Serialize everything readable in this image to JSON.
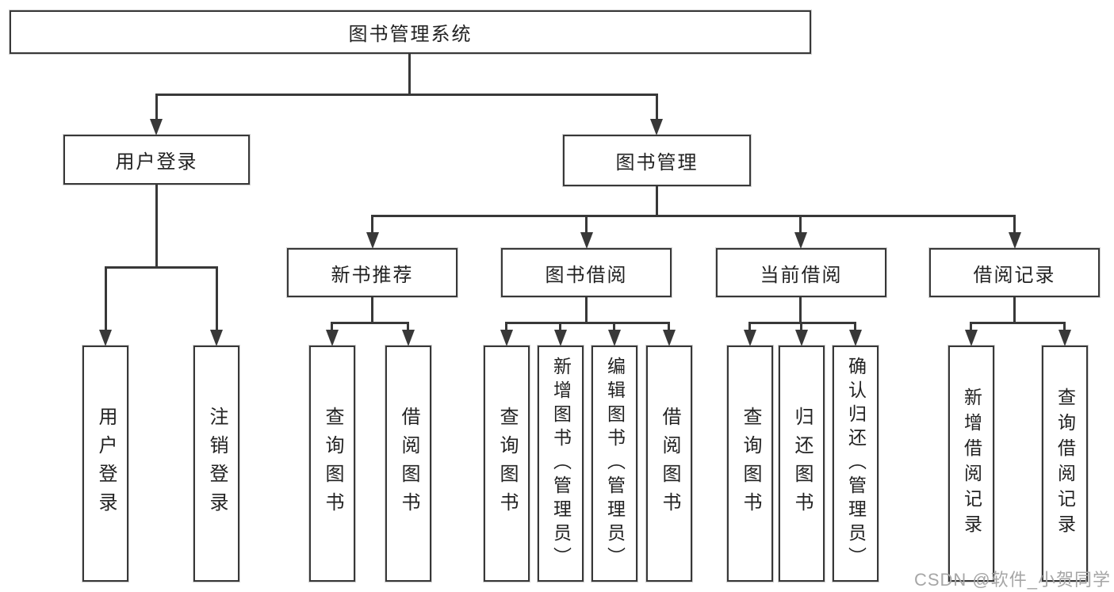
{
  "diagram": {
    "root": {
      "label": "图书管理系统"
    },
    "children": [
      {
        "label": "用户登录",
        "children": [
          {
            "label": "用户登录"
          },
          {
            "label": "注销登录"
          }
        ]
      },
      {
        "label": "图书管理",
        "children": [
          {
            "label": "新书推荐",
            "children": [
              {
                "label": "查询图书"
              },
              {
                "label": "借阅图书"
              }
            ]
          },
          {
            "label": "图书借阅",
            "children": [
              {
                "label": "查询图书"
              },
              {
                "label": "新增图书（管理员）"
              },
              {
                "label": "编辑图书（管理员）"
              },
              {
                "label": "借阅图书"
              }
            ]
          },
          {
            "label": "当前借阅",
            "children": [
              {
                "label": "查询图书"
              },
              {
                "label": "归还图书"
              },
              {
                "label": "确认归还（管理员）"
              }
            ]
          },
          {
            "label": "借阅记录",
            "children": [
              {
                "label": "新增借阅记录"
              },
              {
                "label": "查询借阅记录"
              }
            ]
          }
        ]
      }
    ]
  },
  "watermark": "CSDN @软件_小贺同学",
  "colors": {
    "line": "#383838",
    "text": "#222222",
    "watermark": "#a6a6a6",
    "background": "#ffffff",
    "box_fill": "#ffffff"
  }
}
